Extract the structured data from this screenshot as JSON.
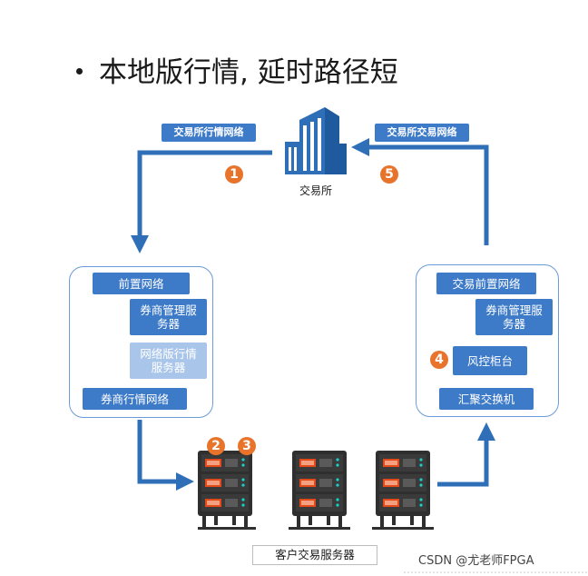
{
  "title": "本地版行情, 延时路径短",
  "exchange": {
    "label": "交易所"
  },
  "tags": {
    "exchange_market_net": "交易所行情网络",
    "exchange_trade_net": "交易所交易网络"
  },
  "steps": [
    "1",
    "2",
    "3",
    "4",
    "5"
  ],
  "left_panel": {
    "front_net": "前置网络",
    "broker_mgmt": "券商管理服务器",
    "net_market_server": "网络版行情服务器",
    "broker_market_net": "券商行情网络"
  },
  "right_panel": {
    "trade_front_net": "交易前置网络",
    "broker_mgmt": "券商管理服务器",
    "risk_counter": "风控柜台",
    "agg_switch": "汇聚交换机"
  },
  "clients": {
    "label": "客户交易服务器"
  },
  "watermark": "CSDN @尤老师FPGA",
  "colors": {
    "blue": "#3d7ac8",
    "orange": "#e8742c",
    "faded": "#a9c6ea"
  }
}
